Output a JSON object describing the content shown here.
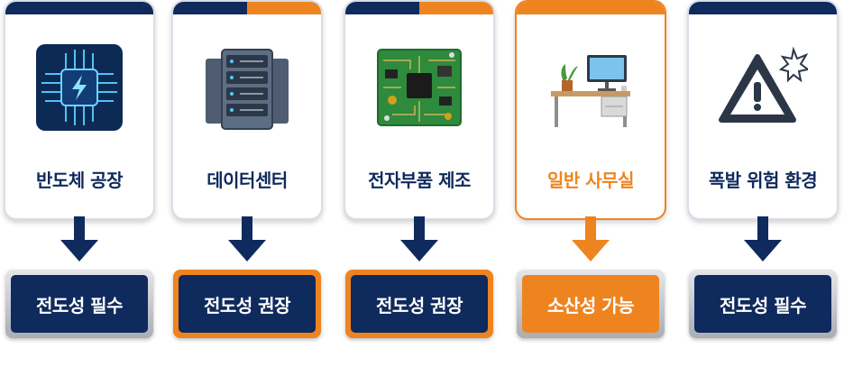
{
  "colors": {
    "navy": "#0f2a5c",
    "orange": "#ee8420",
    "card_border": "#d9dde6"
  },
  "items": [
    {
      "label": "반도체 공장",
      "icon": "semiconductor-chip-icon",
      "requirement": "전도성 필수",
      "theme": "navy"
    },
    {
      "label": "데이터센터",
      "icon": "server-rack-icon",
      "requirement": "전도성 권장",
      "theme": "navy-orange"
    },
    {
      "label": "전자부품 제조",
      "icon": "circuit-board-icon",
      "requirement": "전도성 권장",
      "theme": "navy-orange"
    },
    {
      "label": "일반 사무실",
      "icon": "office-desk-icon",
      "requirement": "소산성 가능",
      "theme": "orange"
    },
    {
      "label": "폭발 위험 환경",
      "icon": "warning-explosion-icon",
      "requirement": "전도성 필수",
      "theme": "navy"
    }
  ]
}
